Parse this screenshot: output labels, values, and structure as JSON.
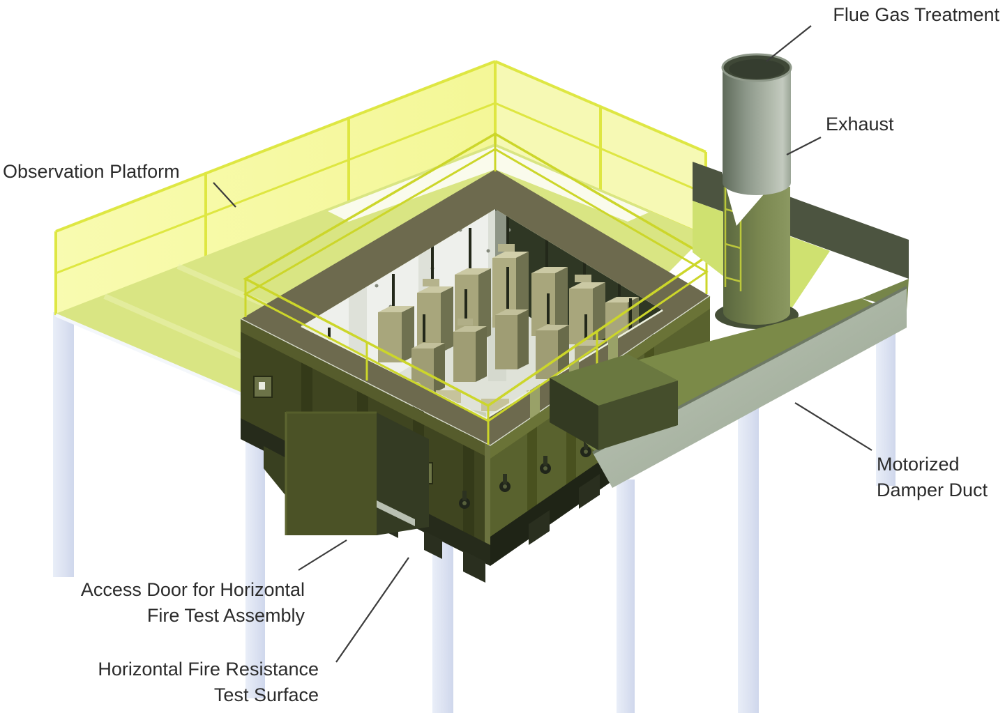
{
  "figure": {
    "type": "isometric-cutaway-diagram",
    "subject": "Horizontal fire resistance test furnace with observation platform"
  },
  "labels": {
    "flue_gas": {
      "text": "Flue Gas Treatment"
    },
    "exhaust": {
      "text": "Exhaust"
    },
    "observation_platform": {
      "text": "Observation Platform"
    },
    "motorized_damper_duct": {
      "line1": "Motorized",
      "line2": "Damper Duct"
    },
    "access_door": {
      "line1": "Access Door for Horizontal",
      "line2": "Fire Test Assembly"
    },
    "test_surface": {
      "line1": "Horizontal Fire Resistance",
      "line2": "Test Surface"
    }
  },
  "colors": {
    "background": "#ffffff",
    "platform_railing_yellow": "#f4f88f",
    "railing_frame_yellow": "#dde63c",
    "platform_floor_green": "#d9e583",
    "furnace_rim_olive": "#6d6a4e",
    "furnace_wall_dark_olive": "#3f4520",
    "furnace_wall_olive": "#59622e",
    "access_door_olive": "#4b5226",
    "duct_gray_green": "#7b8a48",
    "duct_fascia_pale": "#b4bfae",
    "exhaust_gray_green": "#8d988a",
    "support_leg_pale_blue": "#dde3f2",
    "label_text": "#2b2b2b",
    "leader_line": "#3b3b3b"
  }
}
